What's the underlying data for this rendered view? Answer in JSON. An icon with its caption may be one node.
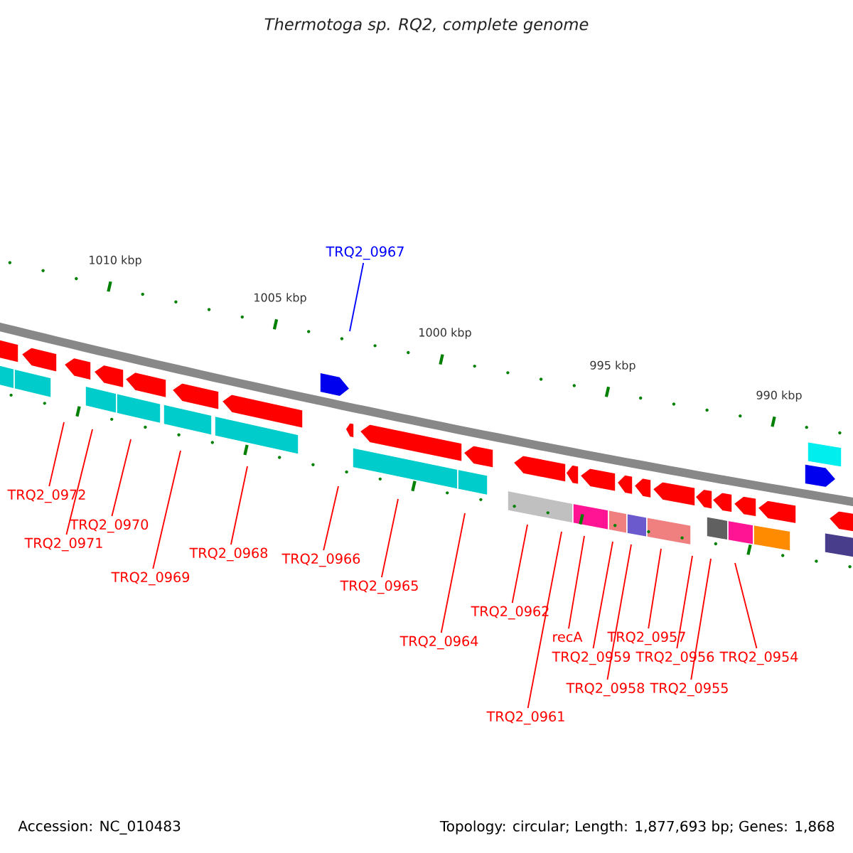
{
  "diagram": {
    "title": "Thermotoga sp. RQ2, complete genome",
    "nodes": [
      {
        "text": [
          "TRQ2_0967"
        ]
      },
      {
        "text": [
          "TRQ2_0972"
        ]
      },
      {
        "text": [
          "TRQ2_0970"
        ]
      },
      {
        "text": [
          "TRQ2_0971"
        ]
      },
      {
        "text": [
          "TRQ2_0968"
        ]
      },
      {
        "text": [
          "TRQ2_0966"
        ]
      },
      {
        "text": [
          "TRQ2_0969"
        ]
      },
      {
        "text": [
          "TRQ2_0965"
        ]
      },
      {
        "text": [
          "TRQ2_0962"
        ]
      },
      {
        "text": [
          "recA"
        ]
      },
      {
        "text": [
          "TRQ2_0957"
        ]
      },
      {
        "text": [
          "TRQ2_0964"
        ]
      },
      {
        "text": [
          "TRQ2_0959"
        ]
      },
      {
        "text": [
          "TRQ2_0956"
        ]
      },
      {
        "text": [
          "TRQ2_0954"
        ]
      },
      {
        "text": [
          "TRQ2_0958"
        ]
      },
      {
        "text": [
          "TRQ2_0955"
        ]
      },
      {
        "text": [
          "TRQ2_0961"
        ]
      }
    ],
    "edges": [
      {
        "from": 0,
        "to": null,
        "arrow": "none",
        "color": "#0000ff"
      },
      {
        "from": 1,
        "to": null,
        "arrow": "none"
      },
      {
        "from": 2,
        "to": null,
        "arrow": "none"
      },
      {
        "from": 3,
        "to": null,
        "arrow": "none"
      },
      {
        "from": 4,
        "to": null,
        "arrow": "none"
      },
      {
        "from": 5,
        "to": null,
        "arrow": "none"
      },
      {
        "from": 6,
        "to": null,
        "arrow": "none"
      },
      {
        "from": 7,
        "to": null,
        "arrow": "none"
      },
      {
        "from": 8,
        "to": null,
        "arrow": "none"
      },
      {
        "from": 9,
        "to": null,
        "arrow": "none"
      },
      {
        "from": 10,
        "to": null,
        "arrow": "none"
      },
      {
        "from": 11,
        "to": null,
        "arrow": "none"
      },
      {
        "from": 12,
        "to": null,
        "arrow": "none"
      },
      {
        "from": 13,
        "to": null,
        "arrow": "none"
      },
      {
        "from": 14,
        "to": null,
        "arrow": "none"
      },
      {
        "from": 15,
        "to": null,
        "arrow": "none"
      },
      {
        "from": 16,
        "to": null,
        "arrow": "none"
      },
      {
        "from": 17,
        "to": null,
        "arrow": "none"
      }
    ],
    "labels": [
      "1010 kbp",
      "1005 kbp",
      "1000 kbp",
      "995 kbp",
      "990 kbp",
      "Accession: NC_010483",
      "Topology: circular; Length: 1,877,693 bp; Genes: 1,868"
    ]
  }
}
